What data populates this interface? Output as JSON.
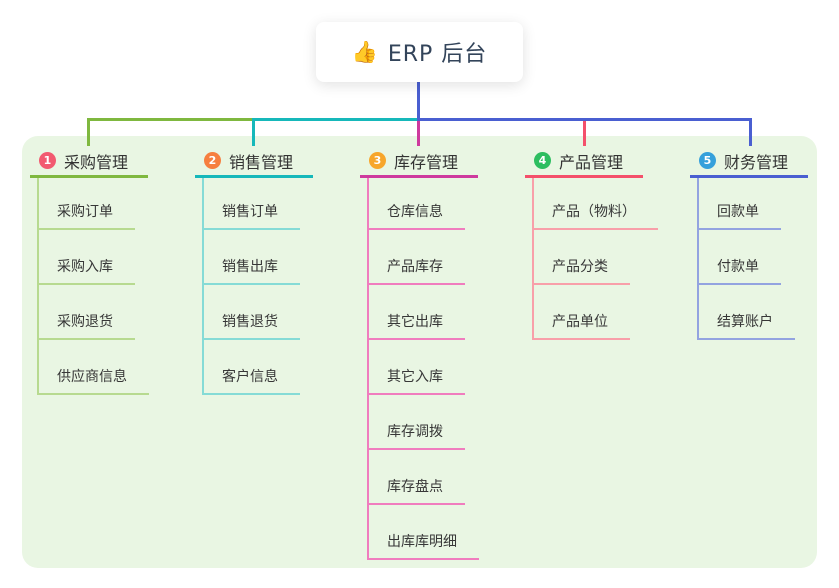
{
  "root": {
    "icon": "👍",
    "title": "ERP 后台"
  },
  "branches": [
    {
      "num": "1",
      "label": "采购管理",
      "badge_color": "#f25a70",
      "line_color": "#7fb83f",
      "child_line_color": "#b7da90",
      "children": [
        "采购订单",
        "采购入库",
        "采购退货",
        "供应商信息"
      ]
    },
    {
      "num": "2",
      "label": "销售管理",
      "badge_color": "#f67f3f",
      "line_color": "#16b8ba",
      "child_line_color": "#85dbd6",
      "children": [
        "销售订单",
        "销售出库",
        "销售退货",
        "客户信息"
      ]
    },
    {
      "num": "3",
      "label": "库存管理",
      "badge_color": "#f7a62b",
      "line_color": "#ce3a9e",
      "child_line_color": "#f07cbe",
      "children": [
        "仓库信息",
        "产品库存",
        "其它出库",
        "其它入库",
        "库存调拨",
        "库存盘点",
        "出库库明细"
      ]
    },
    {
      "num": "4",
      "label": "产品管理",
      "badge_color": "#2dbe60",
      "line_color": "#f4506b",
      "child_line_color": "#f89fa9",
      "children": [
        "产品（物料）",
        "产品分类",
        "产品单位"
      ]
    },
    {
      "num": "5",
      "label": "财务管理",
      "badge_color": "#35a0db",
      "line_color": "#4a5fd1",
      "child_line_color": "#93a3e0",
      "children": [
        "回款单",
        "付款单",
        "结算账户"
      ]
    }
  ],
  "colors": {
    "canvas_background": "#e9f6e3",
    "root_connector": "#4a5fd1",
    "text": "#373737"
  }
}
